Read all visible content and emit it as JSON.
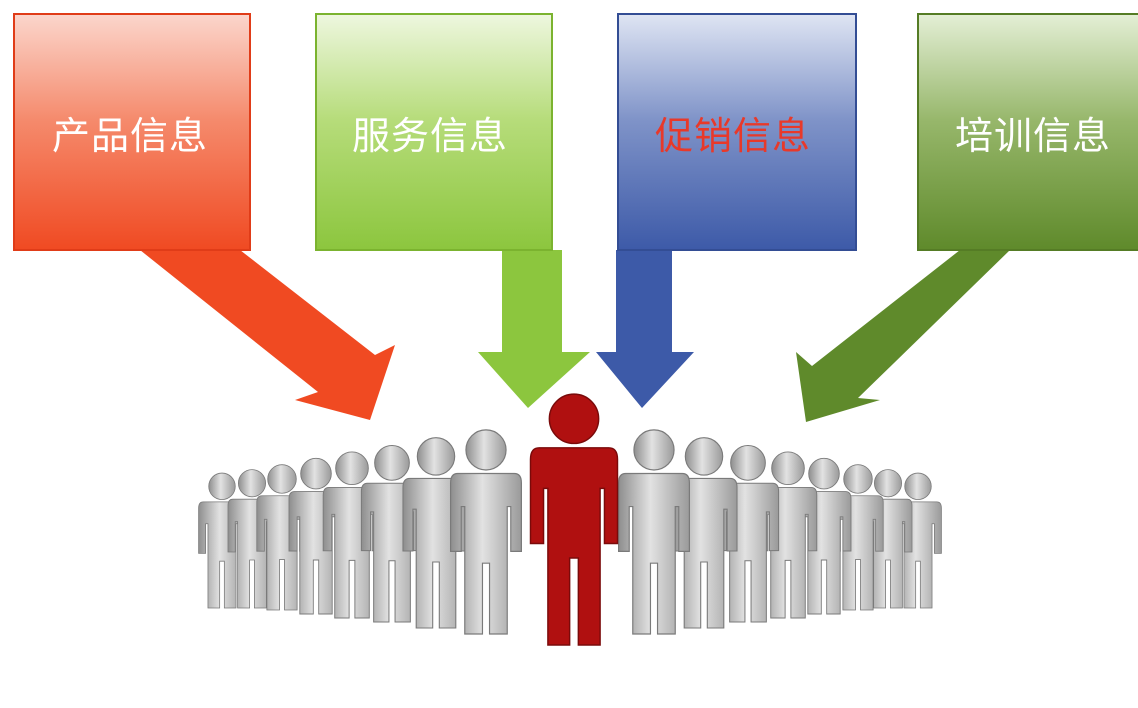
{
  "boxes": [
    {
      "id": "product",
      "label": "产品信息",
      "color": "#f04a22",
      "text_color": "#ffffff"
    },
    {
      "id": "service",
      "label": "服务信息",
      "color": "#8cc63e",
      "text_color": "#ffffff"
    },
    {
      "id": "promo",
      "label": "促销信息",
      "color": "#3d5aa8",
      "text_color": "#e8392a"
    },
    {
      "id": "training",
      "label": "培训信息",
      "color": "#5f8a2b",
      "text_color": "#ffffff"
    }
  ],
  "crowd": {
    "figure_color": "#c8c8c8",
    "highlight_color": "#b01010"
  }
}
